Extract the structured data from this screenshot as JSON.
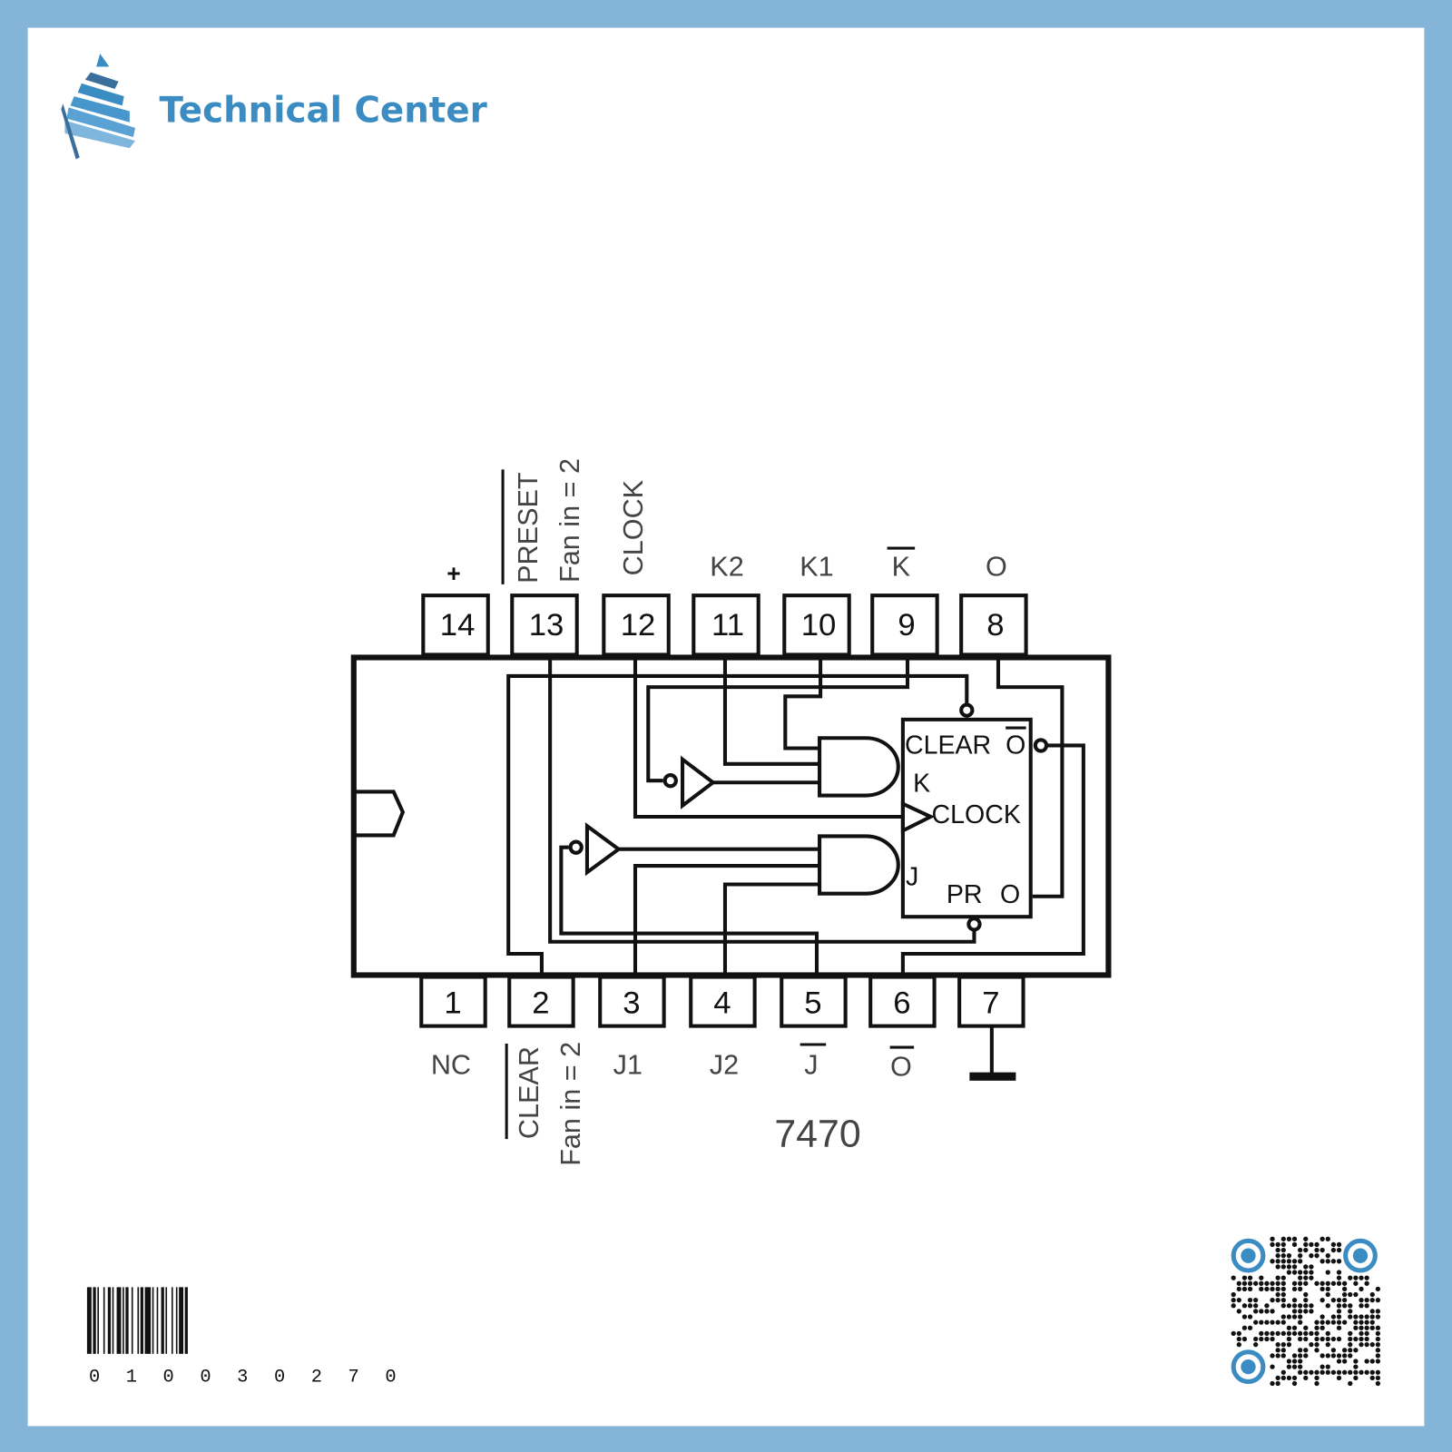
{
  "brand": {
    "name": "Technical Center"
  },
  "chip": {
    "part_number": "7470",
    "top_pins": [
      {
        "num": "14",
        "label": "+"
      },
      {
        "num": "13",
        "label": "PRESET",
        "sublabel": "Fan in = 2"
      },
      {
        "num": "12",
        "label": "CLOCK"
      },
      {
        "num": "11",
        "label": "K2"
      },
      {
        "num": "10",
        "label": "K1"
      },
      {
        "num": "9",
        "label": "K"
      },
      {
        "num": "8",
        "label": "O"
      }
    ],
    "bottom_pins": [
      {
        "num": "1",
        "label": "NC"
      },
      {
        "num": "2",
        "label": "CLEAR",
        "sublabel": "Fan in = 2"
      },
      {
        "num": "3",
        "label": "J1"
      },
      {
        "num": "4",
        "label": "J2"
      },
      {
        "num": "5",
        "label": "J"
      },
      {
        "num": "6",
        "label": "O"
      },
      {
        "num": "7",
        "label": ""
      }
    ],
    "flipflop": {
      "clear": "CLEAR",
      "qbar": "O",
      "k": "K",
      "clock": "CLOCK",
      "j": "J",
      "pr": "PR",
      "q": "O"
    }
  },
  "barcode": {
    "number": "0 1 0 0 3 0 2 7 0"
  },
  "colors": {
    "frame": "#85b4d9",
    "brand": "#3a8cc2"
  }
}
